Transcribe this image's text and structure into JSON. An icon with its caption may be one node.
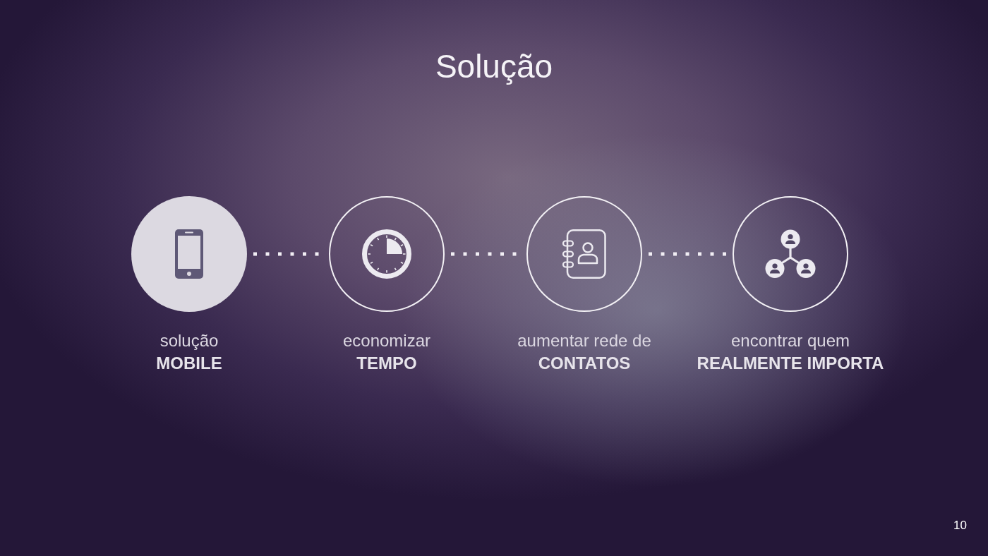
{
  "diagram": {
    "title": "Solução",
    "nodes": [
      {
        "text": [],
        "shape": "circle",
        "beside": [
          "solução **MOBILE**"
        ]
      },
      {
        "text": [],
        "shape": "circle",
        "beside": [
          "economizar **TEMPO**"
        ]
      },
      {
        "text": [],
        "shape": "circle",
        "beside": [
          "aumentar rede de **CONTATOS**"
        ]
      },
      {
        "text": [],
        "shape": "circle",
        "beside": [
          "encontrar quem **REALMENTE IMPORTA**"
        ]
      }
    ],
    "edges": [
      {
        "from": 0,
        "to": 1,
        "arrow": "none",
        "style": "dashed"
      },
      {
        "from": 1,
        "to": 2,
        "arrow": "none",
        "style": "dashed"
      },
      {
        "from": 2,
        "to": 3,
        "arrow": "none",
        "style": "dashed"
      }
    ],
    "labels": [
      "10"
    ]
  }
}
